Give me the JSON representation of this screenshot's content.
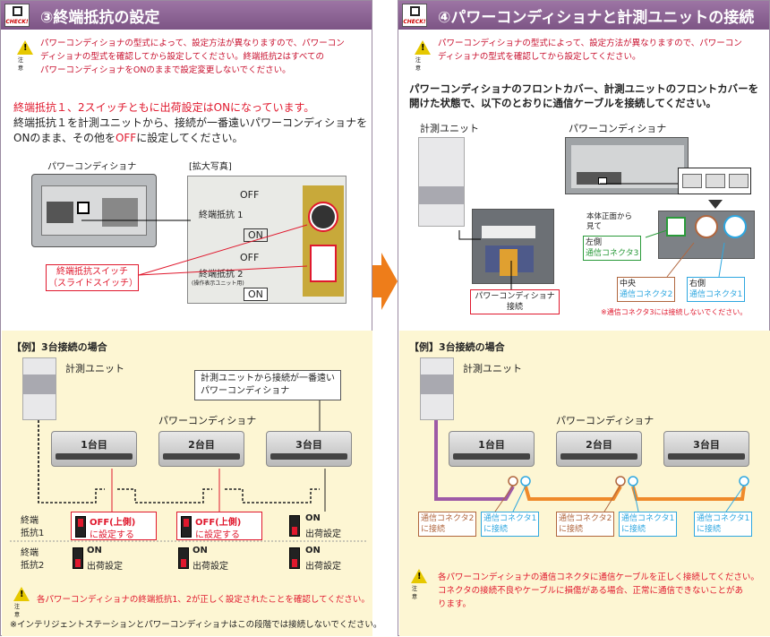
{
  "left": {
    "title": "③終端抵抗の設定",
    "check_label": "CHECK!",
    "warn_label": "注意",
    "warning_lines": [
      "パワーコンディショナの型式によって、設定方法が異なりますので、パワーコン",
      "ディショナの型式を確認してから設定してください。終端抵抗2はすべての",
      "パワーコンディショナをONのままで設定変更しないでください。"
    ],
    "note_red": "終端抵抗１、2スイッチともに出荷設定はONになっています。",
    "note_line2": "終端抵抗１を計測ユニットから、接続が一番遠いパワーコンディショナを",
    "note_line3_a": "ONのまま、その他を",
    "note_line3_off": "OFF",
    "note_line3_b": "に設定してください。",
    "photo_label": "パワーコンディショナ",
    "zoom_label": "[拡大写真]",
    "zoom": {
      "off1": "OFF",
      "r1": "終端抵抗 1",
      "on1": "ON",
      "off2": "OFF",
      "r2": "終端抵抗 2",
      "r2sub": "(操作表示ユニット用)",
      "on2": "ON"
    },
    "switch_label_1": "終端抵抗スイッチ",
    "switch_label_2": "（スライドスイッチ）",
    "example_title": "【例】3台接続の場合",
    "meter_label": "計測ユニット",
    "pc_label": "パワーコンディショナ",
    "callout_1": "計測ユニットから接続が一番遠い",
    "callout_2": "パワーコンディショナ",
    "units": [
      "1台目",
      "2台目",
      "3台目"
    ],
    "row1_1": "終端",
    "row1_2": "抵抗1",
    "row2_1": "終端",
    "row2_2": "抵抗2",
    "sw1": [
      {
        "a": "OFF(上側)",
        "b": "に設定する"
      },
      {
        "a": "OFF(上側)",
        "b": "に設定する"
      },
      {
        "a": "ON",
        "b": "出荷設定"
      }
    ],
    "sw2": [
      {
        "a": "ON",
        "b": "出荷設定"
      },
      {
        "a": "ON",
        "b": "出荷設定"
      },
      {
        "a": "ON",
        "b": "出荷設定"
      }
    ],
    "bottom_warn": "各パワーコンディショナの終端抵抗1、2が正しく設定されたことを確認してください。",
    "footnote": "※インテリジェントステーションとパワーコンディショナはこの段階では接続しないでください。"
  },
  "right": {
    "title": "④パワーコンディショナと計測ユニットの接続",
    "check_label": "CHECK!",
    "warn_label": "注意",
    "warning_lines": [
      "パワーコンディショナの型式によって、設定方法が異なりますので、パワーコン",
      "ディショナの型式を確認してから設定してください。"
    ],
    "intro_1": "パワーコンディショナのフロントカバー、計測ユニットのフロントカバーを",
    "intro_2": "開けた状態で、以下のとおりに通信ケーブルを接続してください。",
    "meter_label": "計測ユニット",
    "pc_label": "パワーコンディショナ",
    "pc_connect_1": "パワーコンディショナ",
    "pc_connect_2": "接続",
    "front_1": "本体正面から",
    "front_2": "見て",
    "left_side": "左側",
    "conn3": "通信コネクタ3",
    "center": "中央",
    "conn2": "通信コネクタ2",
    "right_side": "右側",
    "conn1": "通信コネクタ1",
    "conn3_note": "※通信コネクタ3には接続しないでください。",
    "example_title": "【例】3台接続の場合",
    "meter_label_2": "計測ユニット",
    "pc_label_2": "パワーコンディショナ",
    "units": [
      "1台目",
      "2台目",
      "3台目"
    ],
    "tags": [
      {
        "a": "通信コネクタ2",
        "b": "に接続"
      },
      {
        "a": "通信コネクタ1",
        "b": "に接続"
      },
      {
        "a": "通信コネクタ2",
        "b": "に接続"
      },
      {
        "a": "通信コネクタ1",
        "b": "に接続"
      },
      {
        "a": "通信コネクタ1",
        "b": "に接続"
      }
    ],
    "bottom_warn_1": "各パワーコンディショナの通信コネクタに通信ケーブルを正しく接続してください。",
    "bottom_warn_2": "コネクタの接続不良やケーブルに損傷がある場合、正常に通信できないことがあ",
    "bottom_warn_3": "ります。"
  },
  "colors": {
    "header": "#8a6391",
    "red": "#e0182d",
    "arrow": "#ee7d1a",
    "yellow_bg": "#fdf6d3",
    "purple_cable": "#9e5aa6",
    "orange_cable": "#ef8a2b",
    "blue": "#2ea7e0",
    "brown": "#b0663e",
    "green": "#2a9a3a"
  }
}
